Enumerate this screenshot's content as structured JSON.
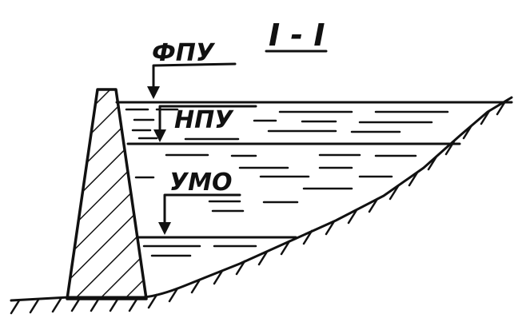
{
  "diagram": {
    "section_label": "I - I",
    "levels": [
      {
        "id": "fpu",
        "label": "ФПУ"
      },
      {
        "id": "npu",
        "label": "НПУ"
      },
      {
        "id": "umo",
        "label": "УМО"
      }
    ],
    "colors": {
      "ink": "#111111",
      "background": "#ffffff"
    }
  }
}
